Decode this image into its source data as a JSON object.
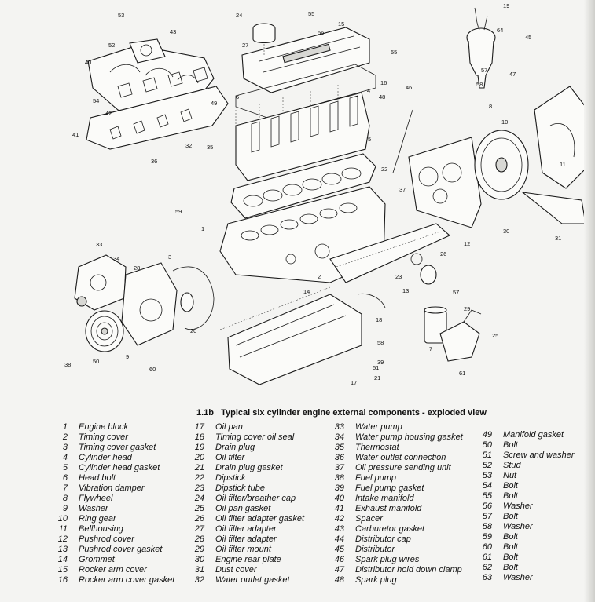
{
  "caption": {
    "number": "1.1b",
    "title": "Typical six cylinder engine external components - exploded view"
  },
  "callouts": [
    "53",
    "55",
    "24",
    "15",
    "43",
    "52",
    "56",
    "27",
    "64",
    "45",
    "40",
    "55",
    "57",
    "47",
    "58",
    "16",
    "46",
    "48",
    "54",
    "49",
    "6",
    "4",
    "42",
    "8",
    "10",
    "41",
    "32",
    "35",
    "36",
    "5",
    "22",
    "11",
    "37",
    "59",
    "1",
    "30",
    "31",
    "33",
    "34",
    "3",
    "12",
    "26",
    "28",
    "2",
    "23",
    "14",
    "13",
    "57",
    "29",
    "20",
    "18",
    "25",
    "38",
    "50",
    "9",
    "7",
    "60",
    "58",
    "39",
    "61",
    "51",
    "21",
    "17",
    "19"
  ],
  "legend": [
    {
      "n": "1",
      "label": "Engine block"
    },
    {
      "n": "2",
      "label": "Timing cover"
    },
    {
      "n": "3",
      "label": "Timing cover gasket"
    },
    {
      "n": "4",
      "label": "Cylinder head"
    },
    {
      "n": "5",
      "label": "Cylinder head gasket"
    },
    {
      "n": "6",
      "label": "Head bolt"
    },
    {
      "n": "7",
      "label": "Vibration damper"
    },
    {
      "n": "8",
      "label": "Flywheel"
    },
    {
      "n": "9",
      "label": "Washer"
    },
    {
      "n": "10",
      "label": "Ring gear"
    },
    {
      "n": "11",
      "label": "Bellhousing"
    },
    {
      "n": "12",
      "label": "Pushrod cover"
    },
    {
      "n": "13",
      "label": "Pushrod cover gasket"
    },
    {
      "n": "14",
      "label": "Grommet"
    },
    {
      "n": "15",
      "label": "Rocker arm cover"
    },
    {
      "n": "16",
      "label": "Rocker arm cover gasket"
    },
    {
      "n": "17",
      "label": "Oil pan"
    },
    {
      "n": "18",
      "label": "Timing cover oil seal"
    },
    {
      "n": "19",
      "label": "Drain plug"
    },
    {
      "n": "20",
      "label": "Oil filter"
    },
    {
      "n": "21",
      "label": "Drain plug gasket"
    },
    {
      "n": "22",
      "label": "Dipstick"
    },
    {
      "n": "23",
      "label": "Dipstick tube"
    },
    {
      "n": "24",
      "label": "Oil filter/breather cap"
    },
    {
      "n": "25",
      "label": "Oil pan gasket"
    },
    {
      "n": "26",
      "label": "Oil filter adapter gasket"
    },
    {
      "n": "27",
      "label": "Oil filter adapter"
    },
    {
      "n": "28",
      "label": "Oil filter adapter"
    },
    {
      "n": "29",
      "label": "Oil filter mount"
    },
    {
      "n": "30",
      "label": "Engine rear plate"
    },
    {
      "n": "31",
      "label": "Dust cover"
    },
    {
      "n": "32",
      "label": "Water outlet gasket"
    },
    {
      "n": "33",
      "label": "Water pump"
    },
    {
      "n": "34",
      "label": "Water pump housing gasket"
    },
    {
      "n": "35",
      "label": "Thermostat"
    },
    {
      "n": "36",
      "label": "Water outlet connection"
    },
    {
      "n": "37",
      "label": "Oil pressure sending unit"
    },
    {
      "n": "38",
      "label": "Fuel pump"
    },
    {
      "n": "39",
      "label": "Fuel pump gasket"
    },
    {
      "n": "40",
      "label": "Intake manifold"
    },
    {
      "n": "41",
      "label": "Exhaust manifold"
    },
    {
      "n": "42",
      "label": "Spacer"
    },
    {
      "n": "43",
      "label": "Carburetor gasket"
    },
    {
      "n": "44",
      "label": "Distributor cap"
    },
    {
      "n": "45",
      "label": "Distributor"
    },
    {
      "n": "46",
      "label": "Spark plug wires"
    },
    {
      "n": "47",
      "label": "Distributor hold down clamp"
    },
    {
      "n": "48",
      "label": "Spark plug"
    },
    {
      "n": "49",
      "label": "Manifold gasket"
    },
    {
      "n": "50",
      "label": "Bolt"
    },
    {
      "n": "51",
      "label": "Screw and washer"
    },
    {
      "n": "52",
      "label": "Stud"
    },
    {
      "n": "53",
      "label": "Nut"
    },
    {
      "n": "54",
      "label": "Bolt"
    },
    {
      "n": "55",
      "label": "Bolt"
    },
    {
      "n": "56",
      "label": "Washer"
    },
    {
      "n": "57",
      "label": "Bolt"
    },
    {
      "n": "58",
      "label": "Washer"
    },
    {
      "n": "59",
      "label": "Bolt"
    },
    {
      "n": "60",
      "label": "Bolt"
    },
    {
      "n": "61",
      "label": "Bolt"
    },
    {
      "n": "62",
      "label": "Bolt"
    },
    {
      "n": "63",
      "label": "Washer"
    }
  ]
}
